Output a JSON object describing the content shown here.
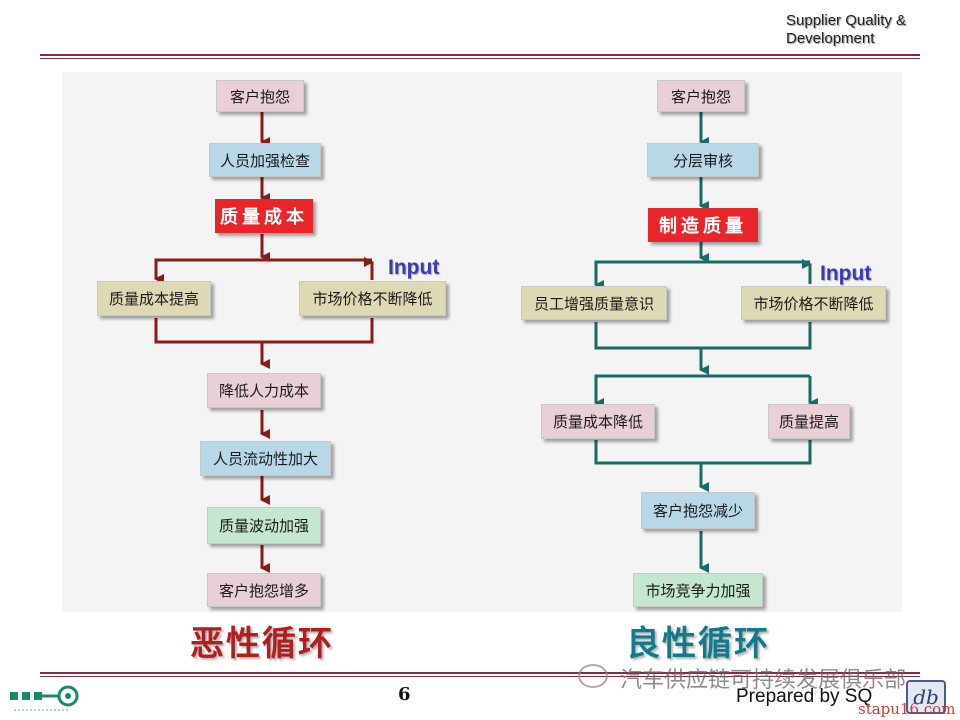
{
  "header": {
    "line1": "Supplier  Quality  &",
    "line2": "Development"
  },
  "left": {
    "nodes": {
      "complaint": "客户抱怨",
      "inspection": "人员加强检查",
      "quality_cost": "质量成本",
      "cost_up": "质量成本提高",
      "price_down": "市场价格不断降低",
      "labor_cut": "降低人力成本",
      "turnover": "人员流动性加大",
      "fluctuation": "质量波动加强",
      "complaint_more": "客户抱怨增多"
    },
    "input_label": "Input",
    "title": "恶性循环",
    "color": "#8b1a1a"
  },
  "right": {
    "nodes": {
      "complaint": "客户抱怨",
      "audit": "分层审核",
      "mfg_quality": "制造质量",
      "awareness": "员工增强质量意识",
      "price_down": "市场价格不断降低",
      "cost_down": "质量成本降低",
      "quality_up": "质量提高",
      "complaint_less": "客户抱怨减少",
      "competitiveness": "市场竞争力加强"
    },
    "input_label": "Input",
    "title": "良性循环",
    "color": "#1a6b66"
  },
  "footer": {
    "page_number": "6",
    "brand": "汽车供应链可持续发展俱乐部",
    "prepared": "Prepared by SQ",
    "logo_text": "db",
    "watermark": "stapu16.com"
  }
}
